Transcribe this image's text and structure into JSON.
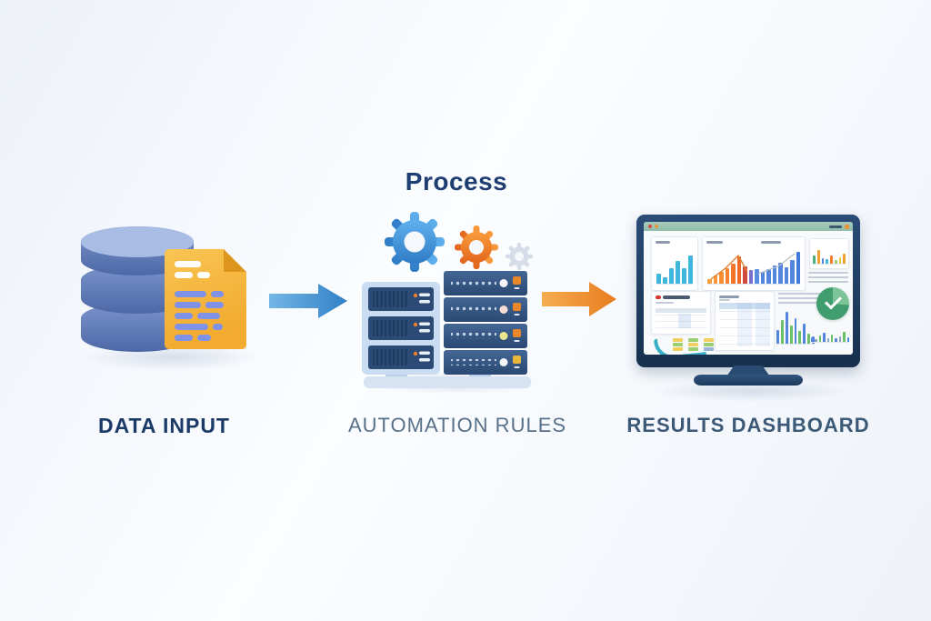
{
  "process": {
    "title": "Process"
  },
  "labels": {
    "data_input": "DATA INPUT",
    "automation_rules": "AUTOMATION RULES",
    "results_dashboard": "RESULTS DASHBOARD"
  },
  "icons": {
    "database": "database-icon",
    "document": "document-icon",
    "arrow_blue": "arrow-right-icon",
    "gears": "gears-icon",
    "server_rack": "server-rack-icon",
    "arrow_orange": "arrow-right-icon",
    "monitor": "monitor-dashboard-icon",
    "donut_check": "success-donut-icon"
  },
  "colors": {
    "title_navy": "#1e3e72",
    "label_bold": "#1c3a66",
    "label_light": "#587089",
    "label_medium": "#3c5a78",
    "arrow_blue": "#3a86c9",
    "arrow_orange": "#ec8428",
    "gear_blue": "#3f8ed6",
    "gear_orange": "#ee7a24",
    "gear_gray": "#d6dde8",
    "database_blue": "#5c77b5",
    "document_yellow": "#f3b53e",
    "server_navy": "#2c4a76",
    "monitor_bezel": "#1f3d61",
    "titlebar_green": "#9cc2b0",
    "background": "#eef2f8"
  },
  "dashboard": {
    "window_dots": [
      "#d94a36",
      "#e8963a"
    ],
    "charts": {
      "growth_bars": {
        "type": "bar",
        "values": [
          30,
          20,
          46,
          68,
          46,
          84
        ],
        "colors": [
          "#3fb6dc"
        ]
      },
      "performance_bars": {
        "type": "bar",
        "values": [
          14,
          24,
          34,
          46,
          60,
          80,
          52,
          40,
          44,
          36,
          44,
          54,
          62,
          50,
          70,
          94
        ],
        "colors": [
          "#f9a03c",
          "#f89738",
          "#f68d33",
          "#f4822e",
          "#f1762a",
          "#ee6a25",
          "#d04a3e",
          "#7a6fd0",
          "#5b8ce2",
          "#5486de",
          "#5486de",
          "#5486de",
          "#5486de",
          "#5486de",
          "#5486de",
          "#3f7ad8"
        ]
      },
      "category_bars": {
        "type": "bar",
        "values": [
          42,
          66,
          28,
          22,
          40,
          18,
          30,
          52
        ],
        "colors": [
          "#4caf7d",
          "#f0a030",
          "#5486de",
          "#3fb6dc",
          "#ee8030",
          "#9ccf72",
          "#e8c83a",
          "#f0a030"
        ]
      },
      "comparison_bars": {
        "type": "bar",
        "values": [
          40,
          68,
          92,
          52,
          74,
          36,
          58,
          30,
          20
        ],
        "colors": [
          "#5486de",
          "#6abf69"
        ]
      },
      "trend_bars": {
        "type": "bar",
        "values": [
          30,
          18,
          40,
          55,
          25,
          45,
          20,
          35,
          60,
          28
        ],
        "colors": [
          "#5486de",
          "#8aa4c0",
          "#6abf69"
        ]
      }
    },
    "donut": {
      "color": "#3f9d6e",
      "accent": "#7cc397"
    }
  }
}
